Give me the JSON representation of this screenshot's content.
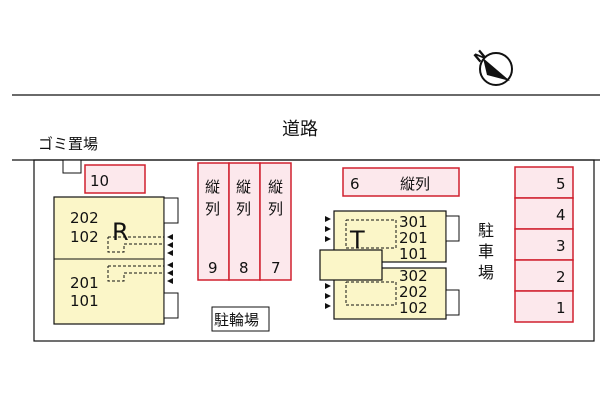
{
  "north_symbol": "N",
  "road_label": "道路",
  "garbage_label": "ゴミ置場",
  "bicycle_label": "駐輪場",
  "parking_label": [
    "駐",
    "車",
    "場"
  ],
  "parking_top": {
    "number": "10"
  },
  "parking_vertical": [
    {
      "chars": [
        "縦",
        "列"
      ],
      "number": "9"
    },
    {
      "chars": [
        "縦",
        "列"
      ],
      "number": "8"
    },
    {
      "chars": [
        "縦",
        "列"
      ],
      "number": "7"
    }
  ],
  "parking_six": {
    "number": "6",
    "label": "縦列"
  },
  "parking_right": [
    "5",
    "4",
    "3",
    "2",
    "1"
  ],
  "building_r": {
    "letter": "R",
    "upper_rooms": [
      "202",
      "102"
    ],
    "lower_rooms": [
      "201",
      "101"
    ]
  },
  "building_t": {
    "letter": "T",
    "upper_rooms": [
      "301",
      "201",
      "101"
    ],
    "lower_rooms": [
      "302",
      "202",
      "102"
    ]
  },
  "colors": {
    "parking_border": "#d0202e",
    "parking_fill": "#fce8ec",
    "building_fill": "#fbf6c8",
    "line": "#111111"
  }
}
